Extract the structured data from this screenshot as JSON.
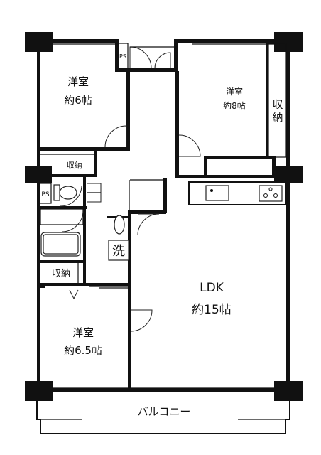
{
  "rooms": {
    "western_6": {
      "name": "洋室",
      "size": "約6帖"
    },
    "western_8": {
      "name": "洋室",
      "size": "約8帖"
    },
    "western_65": {
      "name": "洋室",
      "size": "約6.5帖"
    },
    "ldk": {
      "name": "LDK",
      "size": "約15帖"
    }
  },
  "storage": {
    "closet_a": "収納",
    "closet_b": "収納",
    "closet_vertical": "収納"
  },
  "ps": {
    "top": "PS",
    "left": "PS"
  },
  "washer_symbol": "洗",
  "balcony": "バルコニー"
}
